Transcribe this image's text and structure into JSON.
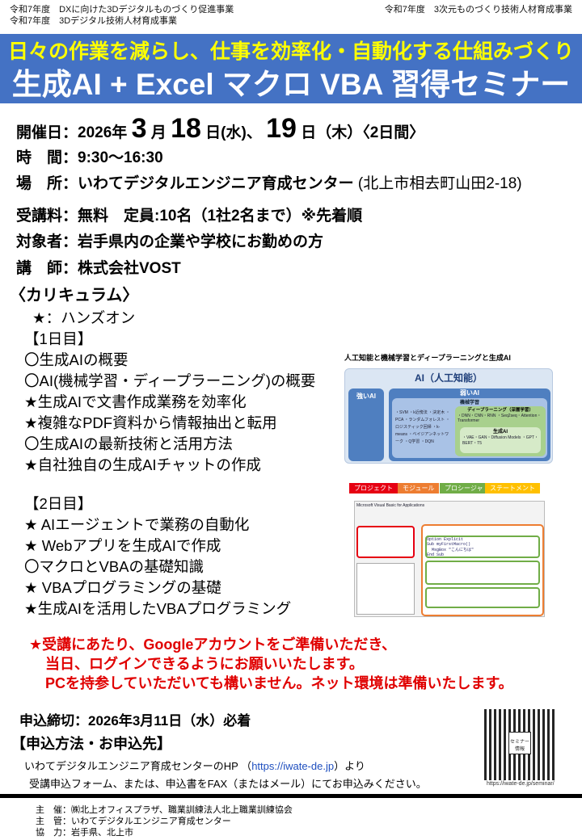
{
  "header": {
    "left_line1": "令和7年度　DXに向けた3Dデジタルものづくり促進事業",
    "left_line2": "令和7年度　3Dデジタル技術人材育成事業",
    "right": "令和7年度　3次元ものづくり技術人材育成事業"
  },
  "banner": {
    "subtitle": "日々の作業を減らし、仕事を効率化・自動化する仕組みづくり",
    "title": "生成AI + Excel マクロ VBA 習得セミナー",
    "bg": "#4472C4",
    "subtitle_color": "#FFFF00"
  },
  "info": {
    "date_label": "開催日：2026年",
    "date_m": "3",
    "date_m_unit": "月",
    "date_d1": "18",
    "date_d1_unit": "日(水)、",
    "date_d2": "19",
    "date_d2_unit": "日（木）〈2日間〉",
    "time_label": "時　間：",
    "time": "9:30〜16:30",
    "place_label": "場　所：",
    "place": "いわてデジタルエンジニア育成センター",
    "place_addr": "(北上市相去町山田2-18)",
    "fee": "受講料：無料　定員:10名（1社2名まで）※先着順",
    "target": "対象者：岩手県内の企業や学校にお勤めの方",
    "lecturer": "講　師：株式会社VOST"
  },
  "curriculum": {
    "heading": "〈カリキュラム〉",
    "legend": "★：ハンズオン",
    "day1_label": "【1日目】",
    "day1": [
      "〇生成AIの概要",
      "〇AI(機械学習・ディープラーニング)の概要",
      "★生成AIで文書作成業務を効率化",
      "★複雑なPDF資料から情報抽出と転用",
      "〇生成AIの最新技術と活用方法",
      "★自社独自の生成AIチャットの作成"
    ],
    "day2_label": "【2日目】",
    "day2": [
      "★ AIエージェントで業務の自動化",
      "★ Webアプリを生成AIで作成",
      "〇マクロとVBAの基礎知識",
      "★ VBAプログラミングの基礎",
      "★生成AIを活用したVBAプログラミング"
    ]
  },
  "diagram_ai": {
    "title": "人工知能と機械学習とディープラーニングと生成AI",
    "ai": "AI（人工知能）",
    "strong": "強いAI",
    "weak": "弱いAI",
    "ml": "機械学習",
    "ml_items": "・SVM ・k近傍法 ・決定木 ・PCA ・ランダムフォレスト ・ロジスティック回帰 ・k-means ・ベイジアンネットワーク ・Q学習 ・DQN",
    "dl": "ディープラーニング（深層学習）",
    "dl_items": "・DNN・CNN・RNN ・Seq2seq・Attention・Transformer",
    "gen": "生成AI",
    "gen_items": "・VAE・GAN・Diffusion Models ・GPT・BERT・T5"
  },
  "diagram_vba": {
    "tags": [
      "プロジェクト",
      "モジュール",
      "プロシージャ",
      "ステートメント"
    ],
    "tag_colors": [
      "#E60012",
      "#ED7D31",
      "#70AD47",
      "#FFC000"
    ],
    "window_title": "Microsoft Visual Basic for Applications",
    "code": "Option Explicit\nSub myFirstMacro()\n  MsgBox \"こんにちは\"\nEnd Sub"
  },
  "notes": [
    "★受講にあたり、Googleアカウントをご準備いただき、",
    "当日、ログインできるようにお願いいたします。",
    "PCを持参していただいても構いません。ネット環境は準備いたします。"
  ],
  "apply": {
    "deadline": "申込締切：2026年3月11日（水）必着",
    "method_heading": "【申込方法・お申込先】",
    "line1_pre": "いわてデジタルエンジニア育成センターのHP （",
    "link": "https://iwate-de.jp",
    "line1_post": "）より",
    "line2": "受講申込フォーム、または、申込書をFAX（またはメール）にてお申込みください。",
    "qr_label": "セミナー情報",
    "qr_url": "https://iwate-de.jp/seminar/"
  },
  "footer": [
    "主　催：㈱北上オフィスプラザ、職業訓練法人北上職業訓練協会",
    "主　管：いわてデジタルエンジニア育成センター",
    "協　力：岩手県、北上市"
  ]
}
